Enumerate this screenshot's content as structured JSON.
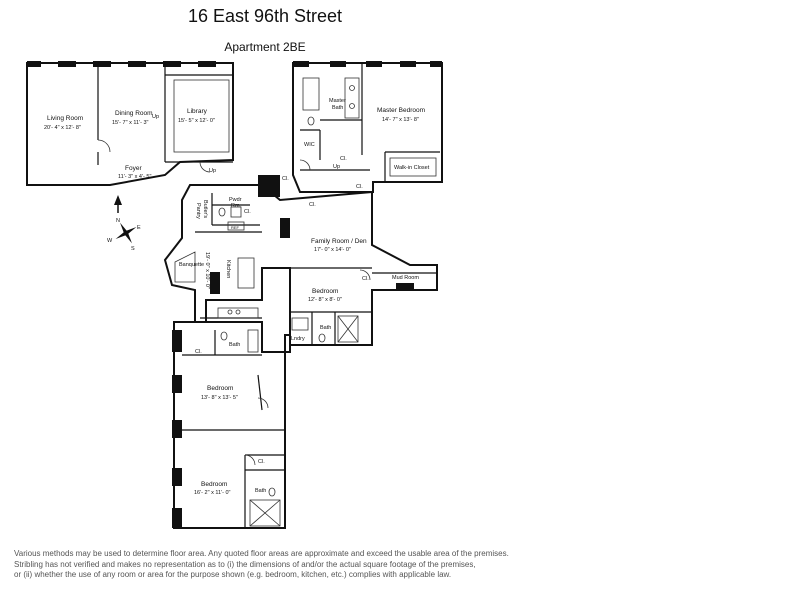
{
  "header": {
    "title": "16 East 96th Street",
    "subtitle": "Apartment 2BE"
  },
  "rooms": {
    "living_room": {
      "name": "Living Room",
      "dims": "20'- 4\" x 12'- 8\""
    },
    "dining_room": {
      "name": "Dining Room",
      "dims": "15'- 7\" x 11'- 3\""
    },
    "library": {
      "name": "Library",
      "dims": "15'- 5\" x 12'- 0\""
    },
    "foyer": {
      "name": "Foyer",
      "dims": "11'- 3\" x 4'- 5\""
    },
    "master_bath": {
      "name": "Master",
      "name2": "Bath"
    },
    "master_bedroom": {
      "name": "Master Bedroom",
      "dims": "14'- 7\" x 13'- 8\""
    },
    "wic": {
      "name": "WIC"
    },
    "walk_in_closet": {
      "name": "Walk-in Closet"
    },
    "powder_room": {
      "name": "Pwdr",
      "name2": "Rm."
    },
    "butlers_pantry": {
      "name": "Butler's",
      "name2": "Pantry"
    },
    "family_room": {
      "name": "Family Room / Den",
      "dims": "17'- 0\" x 14'- 0\""
    },
    "banquette": {
      "name": "Banquette"
    },
    "kitchen": {
      "name": "Kitchen",
      "dims": "19'- 0\" x 10'- 0\""
    },
    "mud_room": {
      "name": "Mud Room"
    },
    "bedroom_small": {
      "name": "Bedroom",
      "dims": "12'- 8\" x 8'- 0\""
    },
    "bath_small": {
      "name": "Bath"
    },
    "laundry": {
      "name": "Lndry"
    },
    "bath_mid": {
      "name": "Bath"
    },
    "bedroom_mid": {
      "name": "Bedroom",
      "dims": "13'- 8\" x 13'- 5\""
    },
    "bedroom_bottom": {
      "name": "Bedroom",
      "dims": "16'- 2\" x 11'- 0\""
    },
    "bath_bottom": {
      "name": "Bath"
    }
  },
  "closets": {
    "label": "Cl."
  },
  "stairs": {
    "label": "Up"
  },
  "appliance": {
    "label": "REF"
  },
  "compass": {
    "n": "N",
    "e": "E",
    "s": "S",
    "w": "W"
  },
  "disclaimer": {
    "line1": "Various methods may be used to determine floor area.  Any quoted floor areas are approximate and exceed the usable area of the premises.",
    "line2": "Stribling has not verified and makes no representation as to (i) the dimensions of and/or the actual square footage of the premises,",
    "line3": "or (ii) whether the use of any room or area for the purpose shown (e.g. bedroom, kitchen, etc.) complies with applicable law."
  }
}
